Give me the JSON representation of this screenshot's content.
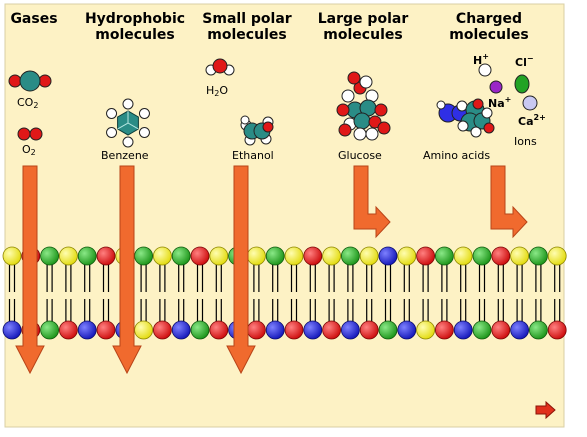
{
  "colors": {
    "background": "#fdf2c5",
    "arrow": "#f06a2e",
    "arrow_edge": "#b84418",
    "head_red": "#e5161a",
    "head_blue": "#1f24d6",
    "head_green": "#27b023",
    "head_yellow": "#f4ef1c",
    "tail": "#000000",
    "molecule_teal": "#2a8c86",
    "molecule_red": "#e01818",
    "molecule_white": "#ffffff",
    "molecule_blue": "#2f2fe6",
    "ion_purple": "#9a27c8",
    "ion_green": "#22a324",
    "ion_lavender": "#c9c9f2"
  },
  "categories": [
    {
      "title_line1": "Gases",
      "title_line2": ""
    },
    {
      "title_line1": "Hydrophobic",
      "title_line2": "molecules"
    },
    {
      "title_line1": "Small polar",
      "title_line2": "molecules"
    },
    {
      "title_line1": "Large polar",
      "title_line2": "molecules"
    },
    {
      "title_line1": "Charged",
      "title_line2": "molecules"
    }
  ],
  "molecules": {
    "co2": {
      "label": "CO",
      "sub": "2"
    },
    "o2": {
      "label": "O",
      "sub": "2"
    },
    "h2o": {
      "label": "H",
      "sub": "2",
      "tail": "O"
    },
    "benzene": {
      "label": "Benzene"
    },
    "ethanol": {
      "label": "Ethanol"
    },
    "glucose": {
      "label": "Glucose"
    },
    "amino": {
      "label": "Amino acids"
    },
    "ions": {
      "label": "Ions",
      "h": "H",
      "h_charge": "+",
      "na": "Na",
      "na_charge": "+",
      "cl": "Cl",
      "cl_charge": "−",
      "ca": "Ca",
      "ca_charge": "2+"
    }
  },
  "nav": {
    "next_icon": "right-arrow-icon"
  },
  "membrane": {
    "outer_head_colors": [
      "yellow",
      "red",
      "green",
      "yellow",
      "green",
      "red",
      "yellow",
      "green",
      "yellow",
      "green",
      "red",
      "yellow",
      "green",
      "yellow",
      "green",
      "yellow",
      "red",
      "yellow",
      "green",
      "yellow",
      "blue",
      "yellow",
      "red",
      "green",
      "yellow",
      "green",
      "red",
      "yellow",
      "green",
      "yellow"
    ],
    "inner_head_colors": [
      "blue",
      "red",
      "green",
      "red",
      "blue",
      "red",
      "blue",
      "yellow",
      "red",
      "blue",
      "green",
      "red",
      "blue",
      "red",
      "blue",
      "red",
      "blue",
      "red",
      "blue",
      "red",
      "green",
      "blue",
      "yellow",
      "red",
      "blue",
      "green",
      "red",
      "blue",
      "green",
      "red"
    ]
  }
}
